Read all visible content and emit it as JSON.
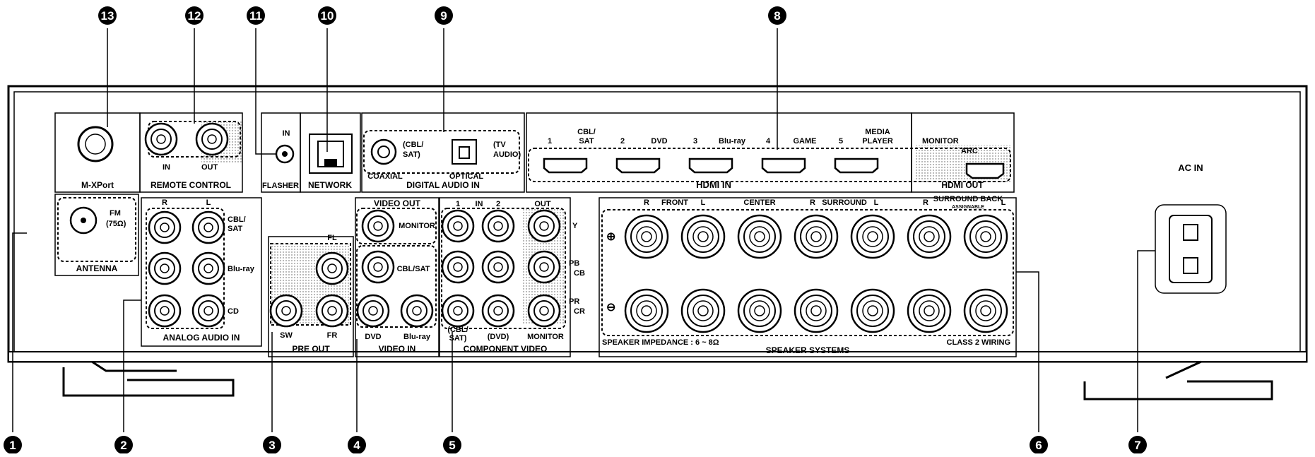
{
  "callouts": [
    "1",
    "2",
    "3",
    "4",
    "5",
    "6",
    "7",
    "8",
    "9",
    "10",
    "11",
    "12",
    "13"
  ],
  "mxport": {
    "section": "M-XPort"
  },
  "remote": {
    "section": "REMOTE CONTROL",
    "in": "IN",
    "out": "OUT"
  },
  "flasher": {
    "section": "FLASHER",
    "in": "IN"
  },
  "network": {
    "section": "NETWORK"
  },
  "digital_audio": {
    "section": "DIGITAL AUDIO IN",
    "coaxial": "COAXIAL",
    "optical": "OPTICAL",
    "coax_src": [
      "(CBL/",
      "SAT)"
    ],
    "opt_src": [
      "(TV",
      "AUDIO)"
    ]
  },
  "hdmi_in": {
    "section": "HDMI IN",
    "inputs": [
      {
        "num": "1",
        "name": [
          "CBL/",
          "SAT"
        ]
      },
      {
        "num": "2",
        "name": [
          "DVD"
        ]
      },
      {
        "num": "3",
        "name": [
          "Blu-ray"
        ]
      },
      {
        "num": "4",
        "name": [
          "GAME"
        ]
      },
      {
        "num": "5",
        "name": [
          "MEDIA",
          "PLAYER"
        ]
      }
    ]
  },
  "hdmi_out": {
    "section": "HDMI OUT",
    "monitor": "MONITOR",
    "arc": "ARC"
  },
  "ac_in": {
    "label": "AC IN"
  },
  "antenna": {
    "section": "ANTENNA",
    "fm": "FM",
    "ohm": "(75Ω)"
  },
  "analog_audio": {
    "section": "ANALOG AUDIO IN",
    "r": "R",
    "l": "L",
    "rows": [
      [
        "CBL/",
        "SAT"
      ],
      [
        "Blu-ray"
      ],
      [
        "CD"
      ]
    ]
  },
  "pre_out": {
    "section": "PRE OUT",
    "fl": "FL",
    "sw": "SW",
    "fr": "FR"
  },
  "video": {
    "out_section": "VIDEO OUT",
    "monitor": "MONITOR",
    "cbl_sat": "CBL/SAT",
    "dvd": "DVD",
    "bluray": "Blu-ray",
    "in_section": "VIDEO IN"
  },
  "component": {
    "section": "COMPONENT VIDEO",
    "in1": "1",
    "in_label": "IN",
    "in2": "2",
    "out": "OUT",
    "y": "Y",
    "pb": "PB",
    "cb": "CB",
    "pr": "PR",
    "cr": "CR",
    "src1": [
      "(CBL/",
      "SAT)"
    ],
    "src2": "(DVD)",
    "monitor": "MONITOR"
  },
  "speakers": {
    "section": "SPEAKER SYSTEMS",
    "r": "R",
    "front": "FRONT",
    "l": "L",
    "center": "CENTER",
    "surround": "SURROUND",
    "surround_back": "SURROUND BACK",
    "assignable": "ASSIGNABLE",
    "impedance": "SPEAKER IMPEDANCE : 6 ~ 8Ω",
    "class2": "CLASS 2 WIRING",
    "plus": "⊕",
    "minus": "⊖"
  }
}
